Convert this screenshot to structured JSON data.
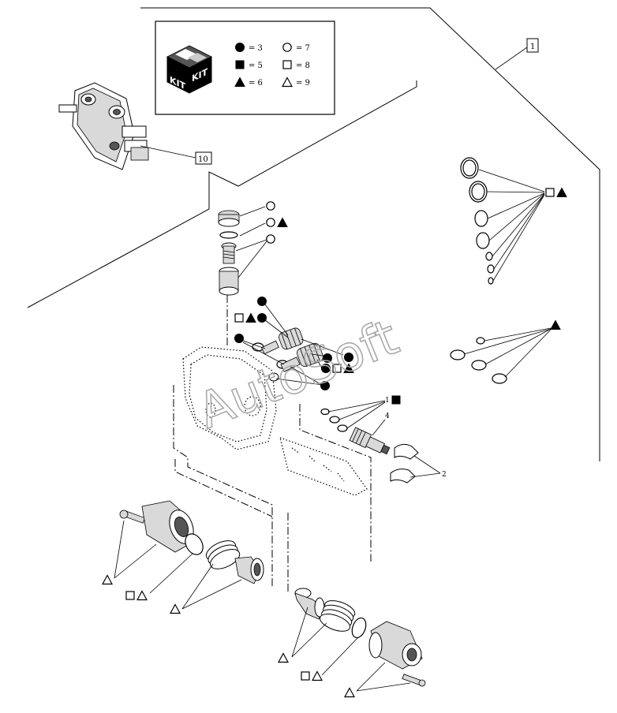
{
  "kit_legend": {
    "kit_label_1": "KIT",
    "kit_label_2": "KIT",
    "entries": [
      {
        "symbol": "filled-circle",
        "text": "= 3"
      },
      {
        "symbol": "open-circle",
        "text": "= 7"
      },
      {
        "symbol": "filled-square",
        "text": "= 5"
      },
      {
        "symbol": "open-square",
        "text": "= 8"
      },
      {
        "symbol": "filled-triangle",
        "text": "= 6"
      },
      {
        "symbol": "open-triangle",
        "text": "= 9"
      }
    ]
  },
  "callouts": {
    "ref_1": "1",
    "ref_10": "10",
    "part_1": "1",
    "part_2": "2",
    "part_4": "4"
  },
  "watermark": "AutoSoft",
  "colors": {
    "line": "#000000",
    "background": "#ffffff",
    "watermark": "#aaaaaa"
  }
}
